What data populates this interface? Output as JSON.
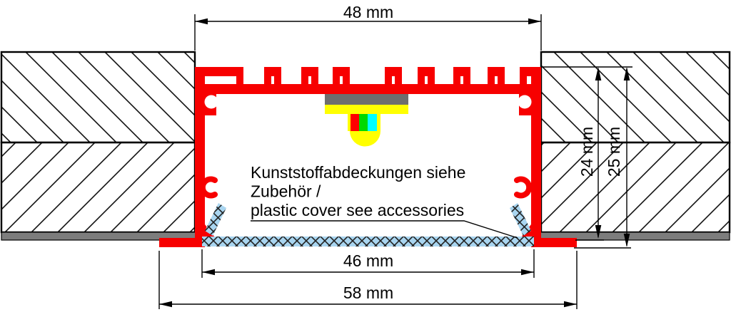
{
  "dimensions": {
    "width_outer_top": "48 mm",
    "width_inner": "46 mm",
    "width_flange": "58 mm",
    "depth_recess": "24 mm",
    "depth_total": "25 mm"
  },
  "note": {
    "line1": "Kunststoffabdeckungen siehe",
    "line2": "Zubehör /",
    "line3": "plastic cover see accessories"
  },
  "colors": {
    "profile_red": "#f70000",
    "cover_blue": "#a9d5f0",
    "ceiling_gray": "#7d7d7d",
    "pcb_gray": "#6e6e6e",
    "led_yellow": "#ffff00",
    "led_red": "#ff0000",
    "led_green": "#00d900",
    "led_cyan": "#00ffff",
    "line_black": "#000000"
  }
}
